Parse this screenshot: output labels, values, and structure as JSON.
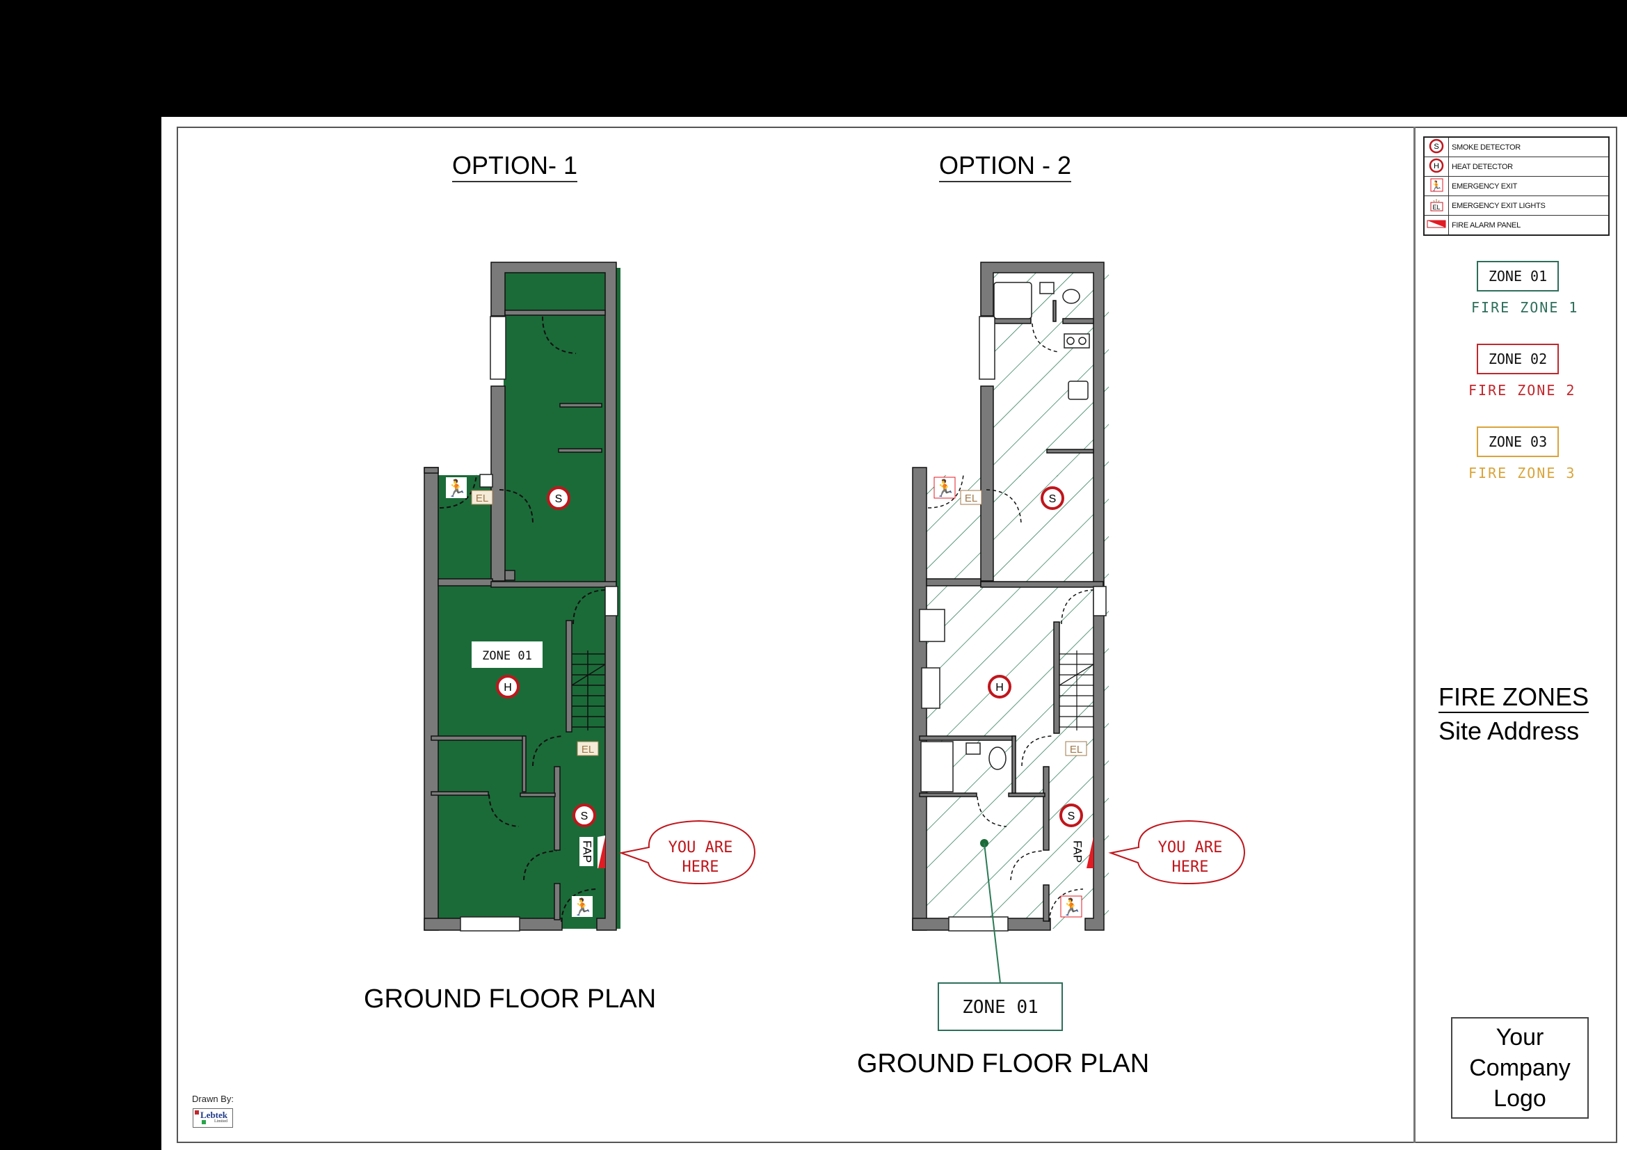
{
  "option1": {
    "title": "OPTION- 1",
    "plan_label": "GROUND FLOOR PLAN",
    "zone_tag": "ZONE  01",
    "callout": [
      "YOU  ARE",
      "HERE"
    ],
    "fap_label": "FAP",
    "el_label": "EL",
    "fill_style": "solid-green",
    "fill_color": "#1b6b38"
  },
  "option2": {
    "title": "OPTION - 2",
    "plan_label": "GROUND FLOOR PLAN",
    "zone_tag": "ZONE  01",
    "callout": [
      "YOU  ARE",
      "HERE"
    ],
    "fap_label": "FAP",
    "el_label": "EL",
    "fill_style": "green-hatch",
    "hatch_color": "#2a7a55"
  },
  "legend": {
    "items": [
      {
        "icon": "smoke-detector-icon",
        "glyph": "S",
        "label": "SMOKE DETECTOR"
      },
      {
        "icon": "heat-detector-icon",
        "glyph": "H",
        "label": "HEAT DETECTOR"
      },
      {
        "icon": "emergency-exit-icon",
        "glyph": "",
        "label": "EMERGENCY EXIT"
      },
      {
        "icon": "emergency-exit-lights-icon",
        "glyph": "EL",
        "label": "EMERGENCY EXIT LIGHTS"
      },
      {
        "icon": "fire-alarm-panel-icon",
        "glyph": "",
        "label": "FIRE ALARM PANEL"
      }
    ]
  },
  "zones": [
    {
      "tag": "ZONE  01",
      "label": "FIRE  ZONE  1",
      "color": "#2d6e5a"
    },
    {
      "tag": "ZONE  02",
      "label": "FIRE  ZONE  2",
      "color": "#c0282d"
    },
    {
      "tag": "ZONE  03",
      "label": "FIRE  ZONE  3",
      "color": "#d9a43a"
    }
  ],
  "sheet": {
    "title": "FIRE ZONES",
    "subtitle": "Site Address",
    "logo_lines": [
      "Your",
      "Company",
      "Logo"
    ],
    "drawn_by": "Drawn By:",
    "drawn_by_logo": "Lebtek",
    "drawn_by_logo_sub": "Limited"
  },
  "colors": {
    "wall": "#7a7a7a",
    "detector_red": "#c0161c",
    "exit_red": "#e31b23",
    "el_brown": "#a0784a"
  }
}
